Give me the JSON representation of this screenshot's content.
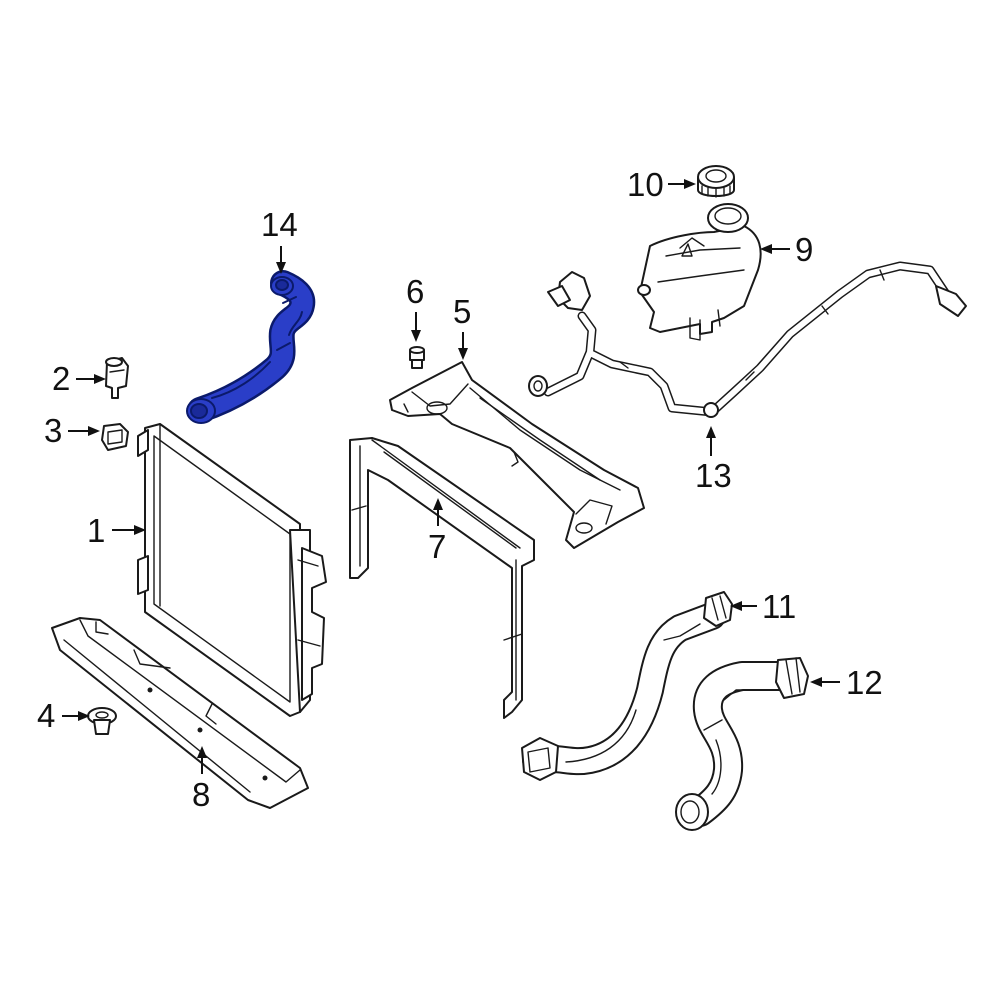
{
  "colors": {
    "highlight": "#2a3ec8",
    "highlight_dark": "#0b1a6b",
    "line": "#1a1a1a",
    "background": "#ffffff"
  },
  "callouts": {
    "c1": "1",
    "c2": "2",
    "c3": "3",
    "c4": "4",
    "c5": "5",
    "c6": "6",
    "c7": "7",
    "c8": "8",
    "c9": "9",
    "c10": "10",
    "c11": "11",
    "c12": "12",
    "c13": "13",
    "c14": "14"
  },
  "highlighted_part": "14"
}
